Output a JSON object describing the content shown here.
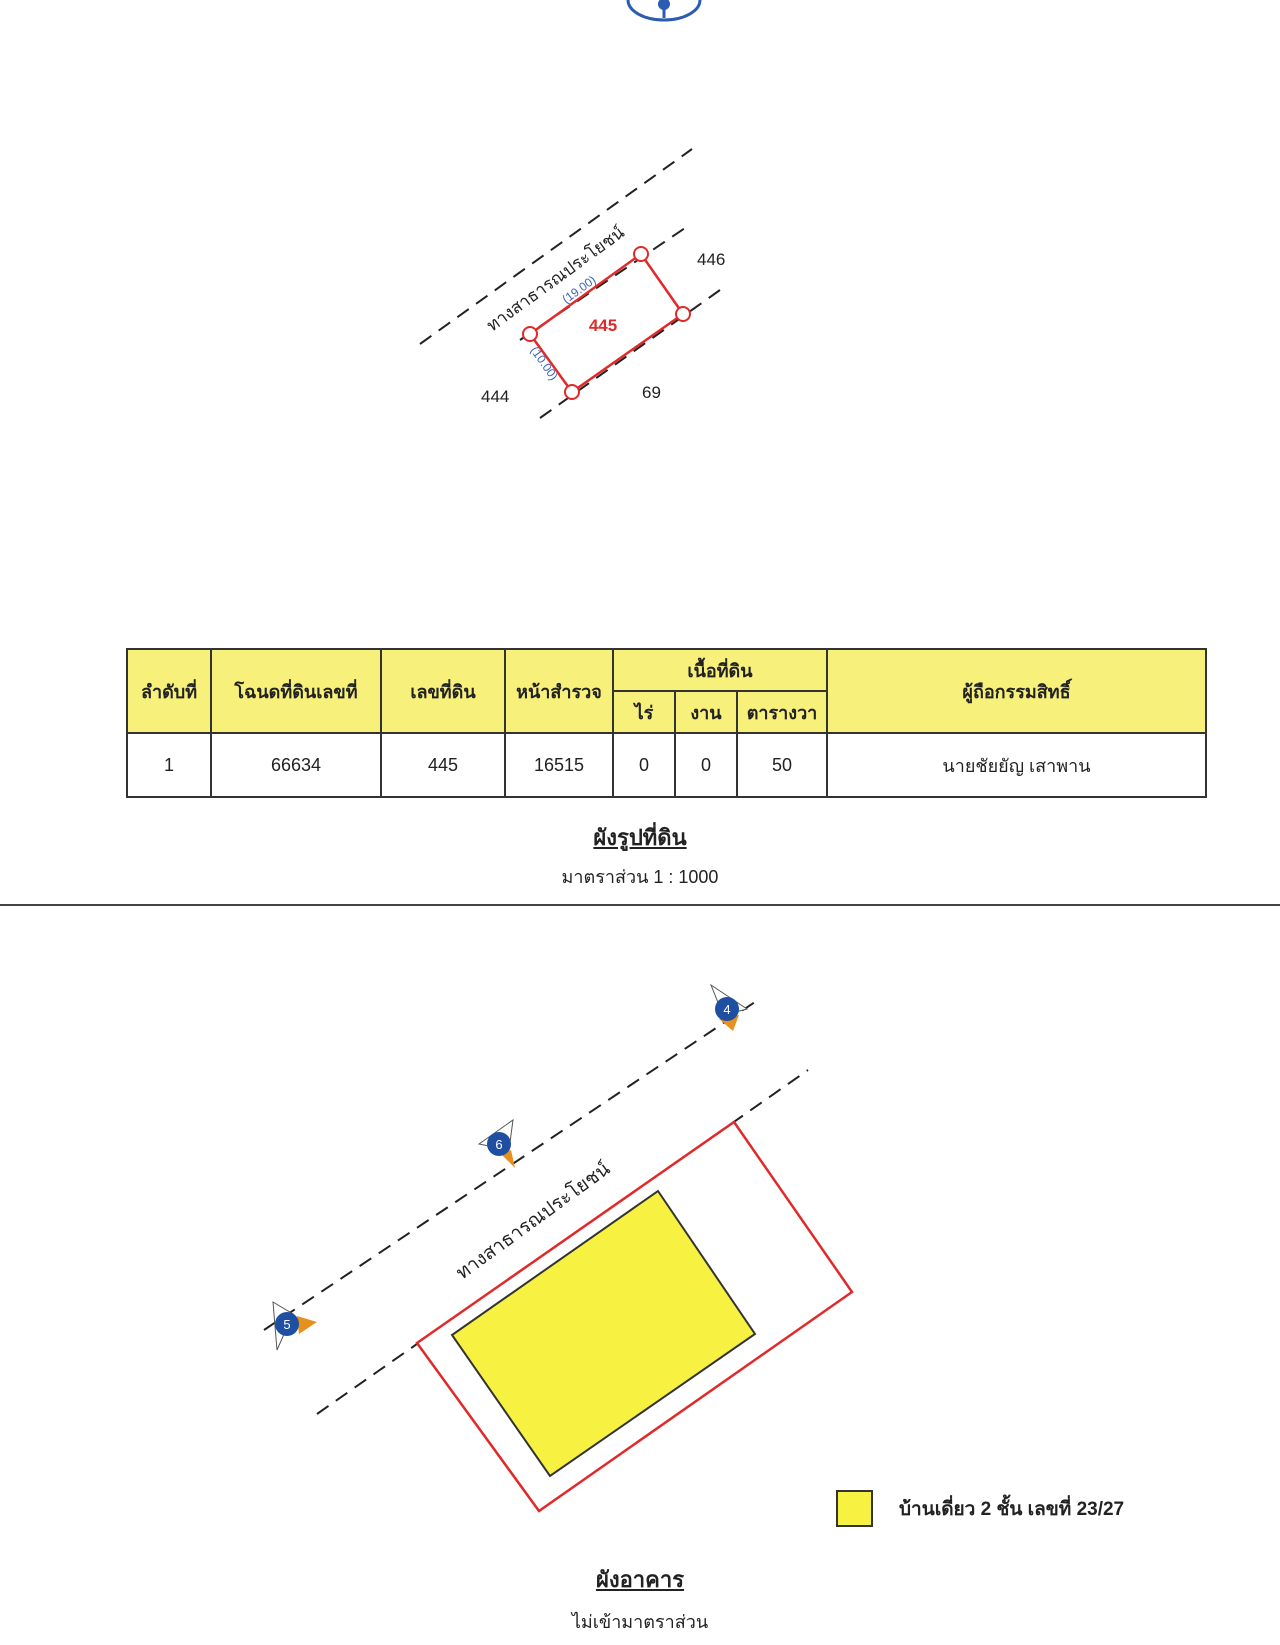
{
  "parcel_plan": {
    "road_label": "ทางสาธารณประโยชน์",
    "parcel_number": "445",
    "side_length_long": "(19.00)",
    "side_length_short": "(10.00)",
    "neighbor_ne": "446",
    "neighbor_sw": "444",
    "neighbor_se": "69"
  },
  "table": {
    "headers": {
      "order": "ลำดับที่",
      "deed_no": "โฉนดที่ดินเลขที่",
      "land_no": "เลขที่ดิน",
      "survey_page": "หน้าสำรวจ",
      "area": "เนื้อที่ดิน",
      "rai": "ไร่",
      "ngan": "งาน",
      "sq_wa": "ตารางวา",
      "owner": "ผู้ถือกรรมสิทธิ์"
    },
    "rows": [
      {
        "order": "1",
        "deed_no": "66634",
        "land_no": "445",
        "survey_page": "16515",
        "rai": "0",
        "ngan": "0",
        "sq_wa": "50",
        "owner": "นายชัยยัญ เสาพาน"
      }
    ]
  },
  "land_plan_title": "ผังรูปที่ดิน",
  "land_plan_scale": "มาตราส่วน 1 : 1000",
  "building_plan": {
    "road_label": "ทางสาธารณประโยชน์",
    "markers": [
      "4",
      "6",
      "5"
    ],
    "legend_label": "บ้านเดี่ยว 2 ชั้น เลขที่ 23/27",
    "title": "ผังอาคาร",
    "scale_note": "ไม่เข้ามาตราส่วน"
  },
  "colors": {
    "boundary": "#e02a2a",
    "building": "#f7f142",
    "header_bg": "#f7f17c",
    "marker": "#1f4fa0",
    "marker_accent": "#e8901e",
    "dimension": "#3a62c0"
  }
}
